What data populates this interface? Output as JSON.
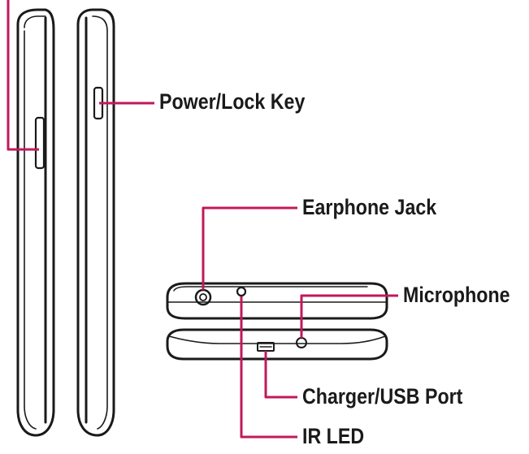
{
  "colors": {
    "leader_line": "#c2185b",
    "device_outline": "#1a1a1a",
    "label_text": "#1a1a1a",
    "background": "#ffffff"
  },
  "labels": {
    "power_lock_key": "Power/Lock Key",
    "earphone_jack": "Earphone Jack",
    "microphone": "Microphone",
    "charger_usb_port": "Charger/USB Port",
    "ir_led": "IR LED"
  }
}
